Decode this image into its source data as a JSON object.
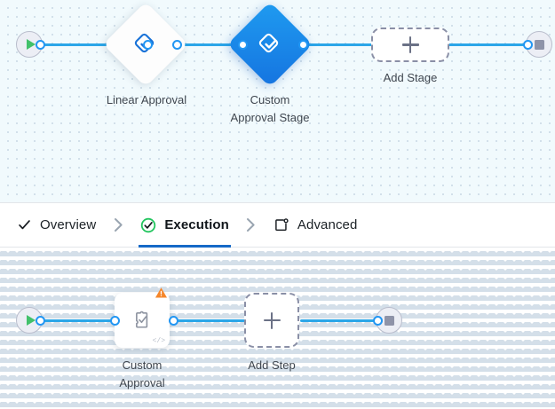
{
  "colors": {
    "edge": "#2ba6e8",
    "port_stroke": "#2196f3",
    "accent_blue": "#1569c7",
    "node_selected_from": "#1f9bf0",
    "node_selected_to": "#1574e0",
    "start_green": "#42c16b",
    "stop_gray": "#8e93a8",
    "warning_orange": "#f5862a",
    "success_green": "#22c55e",
    "canvas_top_bg": "#f1fafd",
    "canvas_bottom_bg": "#ffffff",
    "dashed_border": "#8a8fa6"
  },
  "stage_canvas": {
    "name": "stage-flow-canvas",
    "start_node": {
      "label": "Start",
      "icon": "play-icon"
    },
    "end_node": {
      "label": "End",
      "icon": "stop-icon"
    },
    "stages": [
      {
        "label": "Linear Approval",
        "icon": "approval-diamond-icon",
        "selected": false
      },
      {
        "label": "Custom\nApproval Stage",
        "icon": "approval-diamond-icon",
        "selected": true
      }
    ],
    "add_stage": {
      "label": "Add Stage",
      "icon": "plus-icon"
    }
  },
  "tabs": {
    "items": [
      {
        "label": "Overview",
        "icon": "check-icon",
        "active": false
      },
      {
        "label": "Execution",
        "icon": "check-circle-icon",
        "active": true
      },
      {
        "label": "Advanced",
        "icon": "window-settings-icon",
        "active": false
      }
    ],
    "separator": "chevron-right-icon"
  },
  "step_canvas": {
    "name": "step-flow-canvas",
    "start_node": {
      "label": "Start",
      "icon": "play-icon"
    },
    "end_node": {
      "label": "End",
      "icon": "stop-icon"
    },
    "steps": [
      {
        "label": "Custom\nApproval",
        "icon": "puzzle-check-icon",
        "badge": "warning-icon",
        "corner": "code-icon"
      }
    ],
    "add_step": {
      "label": "Add Step",
      "icon": "plus-icon"
    }
  }
}
